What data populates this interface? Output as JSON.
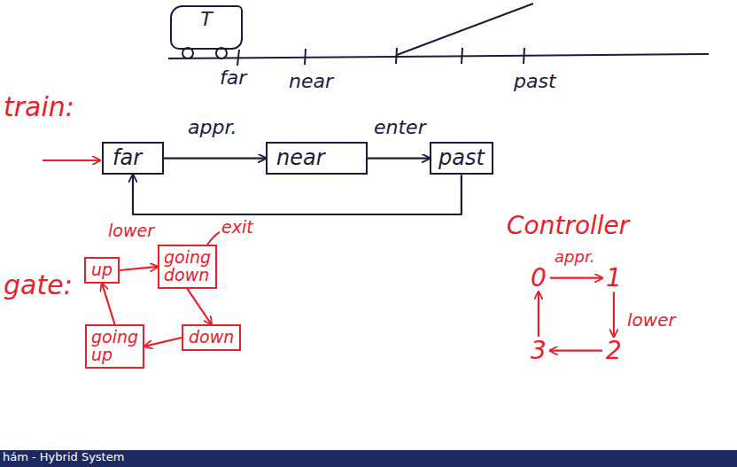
{
  "diagram": {
    "nodes": [
      {
        "text": [
          "T"
        ]
      },
      {
        "text": [
          "far"
        ]
      },
      {
        "text": [
          "near"
        ]
      },
      {
        "text": [
          "past"
        ]
      },
      {
        "text": [
          "up"
        ]
      },
      {
        "text": [
          "going down"
        ]
      },
      {
        "text": [
          "down"
        ]
      },
      {
        "text": [
          "going up"
        ]
      },
      {
        "text": [
          "0"
        ]
      },
      {
        "text": [
          "1"
        ]
      },
      {
        "text": [
          "2"
        ]
      },
      {
        "text": [
          "3"
        ]
      }
    ],
    "edges": [
      {
        "from": 1,
        "to": 2,
        "label": "appr.",
        "arrow": "to"
      },
      {
        "from": 2,
        "to": 3,
        "label": "enter",
        "arrow": "to"
      },
      {
        "from": 3,
        "to": 1,
        "arrow": "to"
      },
      {
        "from": 4,
        "to": 5,
        "label": "lower",
        "arrow": "to"
      },
      {
        "from": 5,
        "to": 6,
        "arrow": "to"
      },
      {
        "from": 6,
        "to": 7,
        "arrow": "to"
      },
      {
        "from": 7,
        "to": 4,
        "arrow": "to"
      },
      {
        "from": 8,
        "to": 9,
        "label": "appr.",
        "arrow": "to"
      },
      {
        "from": 9,
        "to": 10,
        "label": "lower",
        "arrow": "to"
      },
      {
        "from": 10,
        "to": 11,
        "arrow": "to"
      },
      {
        "from": 11,
        "to": 8,
        "arrow": "to"
      }
    ],
    "labels": [
      "far",
      "near",
      "past",
      "train:",
      "gate:",
      "exit",
      "Controller",
      "hám - Hybrid System"
    ]
  }
}
